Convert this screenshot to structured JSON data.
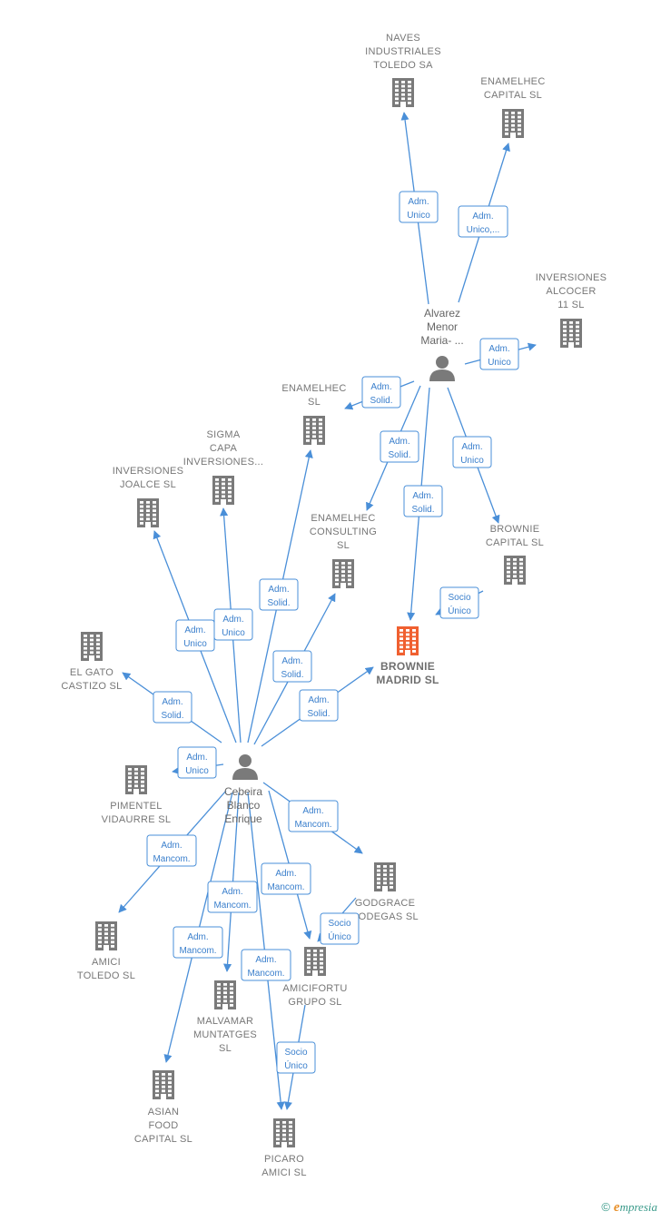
{
  "colors": {
    "edge": "#4a8fd8",
    "building": "#7a7a7a",
    "focus_building": "#f06030",
    "person": "#7a7a7a"
  },
  "persons": [
    {
      "id": "p1",
      "label_lines": [
        "Alvarez",
        "Menor",
        "Maria- ..."
      ]
    },
    {
      "id": "p2",
      "label_lines": [
        "Cebeira",
        "Blanco",
        "Enrique"
      ]
    }
  ],
  "companies": [
    {
      "id": "c_naves",
      "label_lines": [
        "NAVES",
        "INDUSTRIALES",
        "TOLEDO SA"
      ]
    },
    {
      "id": "c_enam_cap",
      "label_lines": [
        "ENAMELHEC",
        "CAPITAL  SL"
      ]
    },
    {
      "id": "c_alcocer",
      "label_lines": [
        "INVERSIONES",
        "ALCOCER",
        "11  SL"
      ]
    },
    {
      "id": "c_enam_sl",
      "label_lines": [
        "ENAMELHEC",
        "SL"
      ]
    },
    {
      "id": "c_sigma",
      "label_lines": [
        "SIGMA",
        "CAPA",
        "INVERSIONES..."
      ]
    },
    {
      "id": "c_joalce",
      "label_lines": [
        "INVERSIONES",
        "JOALCE  SL"
      ]
    },
    {
      "id": "c_enam_cons",
      "label_lines": [
        "ENAMELHEC",
        "CONSULTING",
        "SL"
      ]
    },
    {
      "id": "c_brownie_cap",
      "label_lines": [
        "BROWNIE",
        "CAPITAL  SL"
      ]
    },
    {
      "id": "c_brownie_mad",
      "label_lines": [
        "BROWNIE",
        "MADRID  SL"
      ],
      "focus": true
    },
    {
      "id": "c_gato",
      "label_lines": [
        "EL GATO",
        "CASTIZO  SL"
      ]
    },
    {
      "id": "c_pimentel",
      "label_lines": [
        "PIMENTEL",
        "VIDAURRE  SL"
      ]
    },
    {
      "id": "c_godgrace",
      "label_lines": [
        "GODGRACE",
        "BODEGAS  SL"
      ]
    },
    {
      "id": "c_amici_tol",
      "label_lines": [
        "AMICI",
        "TOLEDO  SL"
      ]
    },
    {
      "id": "c_amicifortu",
      "label_lines": [
        "AMICIFORTU",
        "GRUPO  SL"
      ]
    },
    {
      "id": "c_malvamar",
      "label_lines": [
        "MALVAMAR",
        "MUNTATGES",
        "SL"
      ]
    },
    {
      "id": "c_asian",
      "label_lines": [
        "ASIAN",
        "FOOD",
        "CAPITAL  SL"
      ]
    },
    {
      "id": "c_picaro",
      "label_lines": [
        "PICARO",
        "AMICI  SL"
      ]
    }
  ],
  "edges": [
    {
      "from": "p1",
      "to": "c_naves",
      "label_lines": [
        "Adm.",
        "Unico"
      ]
    },
    {
      "from": "p1",
      "to": "c_enam_cap",
      "label_lines": [
        "Adm.",
        "Unico,..."
      ]
    },
    {
      "from": "p1",
      "to": "c_alcocer",
      "label_lines": [
        "Adm.",
        "Unico"
      ]
    },
    {
      "from": "p1",
      "to": "c_enam_sl",
      "label_lines": [
        "Adm.",
        "Solid."
      ]
    },
    {
      "from": "p1",
      "to": "c_enam_cons",
      "label_lines": [
        "Adm.",
        "Solid."
      ]
    },
    {
      "from": "p1",
      "to": "c_brownie_mad",
      "label_lines": [
        "Adm.",
        "Solid."
      ]
    },
    {
      "from": "p1",
      "to": "c_brownie_cap",
      "label_lines": [
        "Adm.",
        "Unico"
      ]
    },
    {
      "from": "c_brownie_cap",
      "to": "c_brownie_mad",
      "label_lines": [
        "Socio",
        "Único"
      ]
    },
    {
      "from": "p2",
      "to": "c_joalce",
      "label_lines": [
        "Adm.",
        "Unico"
      ]
    },
    {
      "from": "p2",
      "to": "c_sigma",
      "label_lines": [
        "Adm.",
        "Unico"
      ]
    },
    {
      "from": "p2",
      "to": "c_enam_sl",
      "label_lines": [
        "Adm.",
        "Solid."
      ]
    },
    {
      "from": "p2",
      "to": "c_enam_cons",
      "label_lines": [
        "Adm.",
        "Solid."
      ]
    },
    {
      "from": "p2",
      "to": "c_brownie_mad",
      "label_lines": [
        "Adm.",
        "Solid."
      ]
    },
    {
      "from": "p2",
      "to": "c_gato",
      "label_lines": [
        "Adm.",
        "Solid."
      ]
    },
    {
      "from": "p2",
      "to": "c_pimentel",
      "label_lines": [
        "Adm.",
        "Unico"
      ]
    },
    {
      "from": "p2",
      "to": "c_godgrace",
      "label_lines": [
        "Adm.",
        "Mancom."
      ]
    },
    {
      "from": "p2",
      "to": "c_amici_tol",
      "label_lines": [
        "Adm.",
        "Mancom."
      ]
    },
    {
      "from": "p2",
      "to": "c_amicifortu",
      "label_lines": [
        "Adm.",
        "Mancom."
      ]
    },
    {
      "from": "p2",
      "to": "c_malvamar",
      "label_lines": [
        "Adm.",
        "Mancom."
      ]
    },
    {
      "from": "p2",
      "to": "c_asian",
      "label_lines": [
        "Adm.",
        "Mancom."
      ]
    },
    {
      "from": "p2",
      "to": "c_picaro",
      "label_lines": [
        "Adm.",
        "Mancom."
      ]
    },
    {
      "from": "c_godgrace",
      "to": "c_amicifortu",
      "label_lines": [
        "Socio",
        "Único"
      ]
    },
    {
      "from": "c_amicifortu",
      "to": "c_picaro",
      "label_lines": [
        "Socio",
        "Único"
      ]
    }
  ],
  "brand": {
    "symbol": "©",
    "initial": "e",
    "rest": "mpresia"
  }
}
